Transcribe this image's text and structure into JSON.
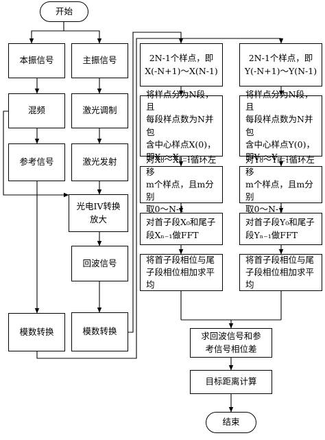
{
  "nodes": {
    "start": "开始",
    "ref_signal": "本振信号",
    "main_signal": "主振信号",
    "mixing": "混频",
    "laser_mod": "激光调制",
    "reference": "参考信号",
    "laser_emit": "激光发射",
    "iv_convert": "光电IV转换\n放大",
    "echo": "回波信号",
    "adc_left": "模数转换",
    "adc_right": "模数转换",
    "x_samples": "2N-1个样点，即\nX(-N+1)～X(N-1)",
    "x_split": "将样点分为N段，且\n每段样点数为N并包\n含中心样点X(0)，\n即X₀～Xₙ₋₁",
    "x_shift": "对X₀～Xₙ₋₁循环左移\nm个样点，且m分别\n取0～N-1",
    "x_fft": "对首子段X₀和尾子\n段Xₙ₋₁做FFT",
    "x_phase": "将首子段相位与尾\n子段相位相加求平\n均",
    "y_samples": "2N-1个样点，即\nY(-N+1)～Y(N-1)",
    "y_split": "将样点分为N段，且\n每段样点数为N并包\n含中心样点Y(0)，\n即Y₀～Yₙ₋₁",
    "y_shift": "对Y₀～Yₙ₋₁循环左移\nm个样点，且m分别\n取0～N-1",
    "y_fft": "对首子段Y₀和尾子\n段Yₙ₋₁做FFT",
    "y_phase": "将首子段相位与尾\n子段相位相加求平\n均",
    "phase_diff": "求回波信号和参\n考信号相位差",
    "distance": "目标距离计算",
    "end": "结束"
  }
}
